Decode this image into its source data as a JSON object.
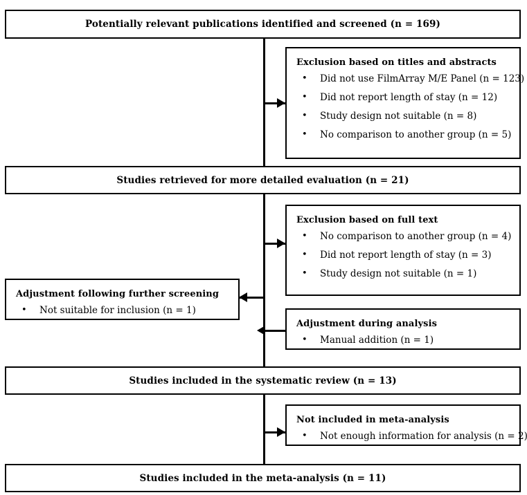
{
  "diagram": {
    "type": "prisma-flow-diagram",
    "title": "Study selection flow diagram"
  },
  "stages": [
    {
      "id": "identified",
      "label": "Potentially relevant publications identified and screened (n = 169)",
      "n": 169
    },
    {
      "id": "retrieved",
      "label": "Studies retrieved for more detailed evaluation (n = 21)",
      "n": 21
    },
    {
      "id": "included_review",
      "label": "Studies included in the systematic review (n = 13)",
      "n": 13
    },
    {
      "id": "included_meta",
      "label": "Studies included in the meta-analysis (n = 11)",
      "n": 11
    }
  ],
  "side_boxes": [
    {
      "id": "exclusion_titles_abstracts",
      "heading": "Exclusion based on titles and abstracts",
      "bullet": "•",
      "items": [
        "Did not use FilmArray M/E Panel (n = 123)",
        "Did not report length of stay (n = 12)",
        "Study design not suitable (n = 8)",
        "No comparison to another group (n = 5)"
      ]
    },
    {
      "id": "exclusion_full_text",
      "heading": "Exclusion based on full text",
      "bullet": "•",
      "items": [
        "No comparison to another group (n = 4)",
        "Did not report length of stay (n = 3)",
        "Study design not suitable (n = 1)"
      ]
    },
    {
      "id": "adjustment_further_screening",
      "heading": "Adjustment following further screening",
      "bullet": "•",
      "items": [
        "Not suitable for inclusion (n = 1)"
      ]
    },
    {
      "id": "adjustment_during_analysis",
      "heading": "Adjustment during analysis",
      "bullet": "•",
      "items": [
        "Manual addition (n = 1)"
      ]
    },
    {
      "id": "not_included_meta",
      "heading": "Not included in meta-analysis",
      "bullet": "•",
      "items": [
        "Not enough information for analysis (n = 2)"
      ]
    }
  ],
  "colors": {
    "border": "#000000",
    "background": "#ffffff",
    "text": "#000000"
  }
}
